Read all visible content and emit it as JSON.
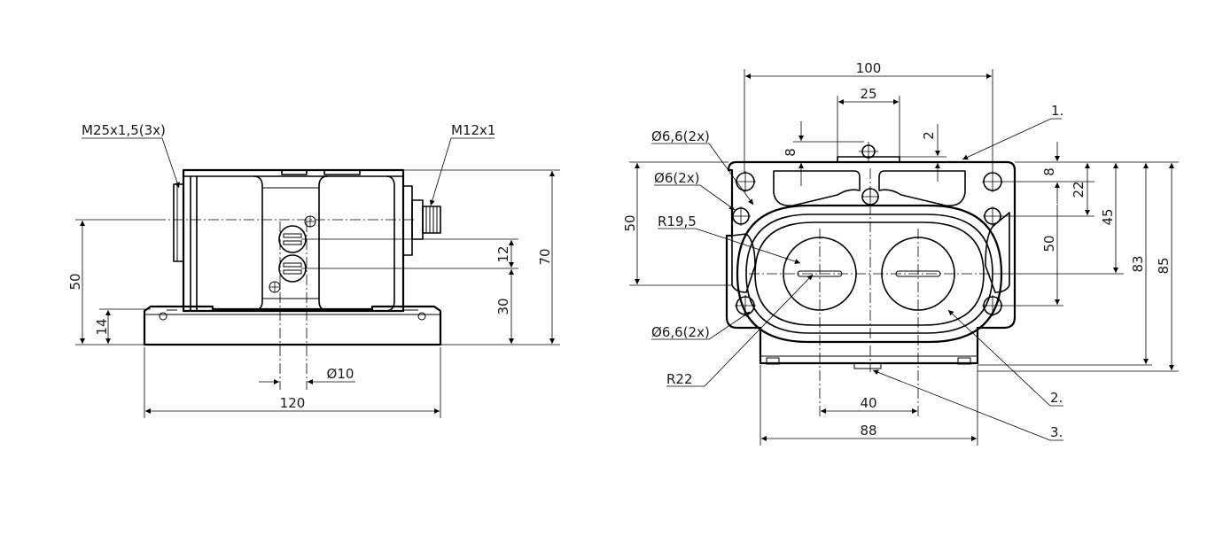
{
  "drawing": {
    "colors": {
      "line": "#000000",
      "text": "#1a1a1a",
      "background": "#ffffff"
    },
    "side_view": {
      "callouts": {
        "cable_thread": "M25x1,5(3x)",
        "connector_thread": "M12x1"
      },
      "dimensions": {
        "height_left": "50",
        "base_height": "14",
        "spacing_12": "12",
        "height_30": "30",
        "height_70": "70",
        "hole_diameter": "10",
        "length": "120"
      },
      "diameter_symbol": "Ø"
    },
    "top_view": {
      "callouts": {
        "hole_66_top": "6,6(2x)",
        "hole_6": "6(2x)",
        "radius_195": "R19,5",
        "hole_66_bottom": "6,6(2x)",
        "radius_22": "R22",
        "item_1": "1.",
        "item_2": "2.",
        "item_3": "3."
      },
      "dimensions": {
        "width_100": "100",
        "width_25": "25",
        "gap_2": "2",
        "offset_8_left": "8",
        "height_50_left": "50",
        "offset_8_right": "8",
        "height_22": "22",
        "height_45": "45",
        "height_50_right": "50",
        "height_83": "83",
        "height_85": "85",
        "spacing_40": "40",
        "width_88": "88"
      },
      "diameter_symbol": "Ø"
    }
  }
}
